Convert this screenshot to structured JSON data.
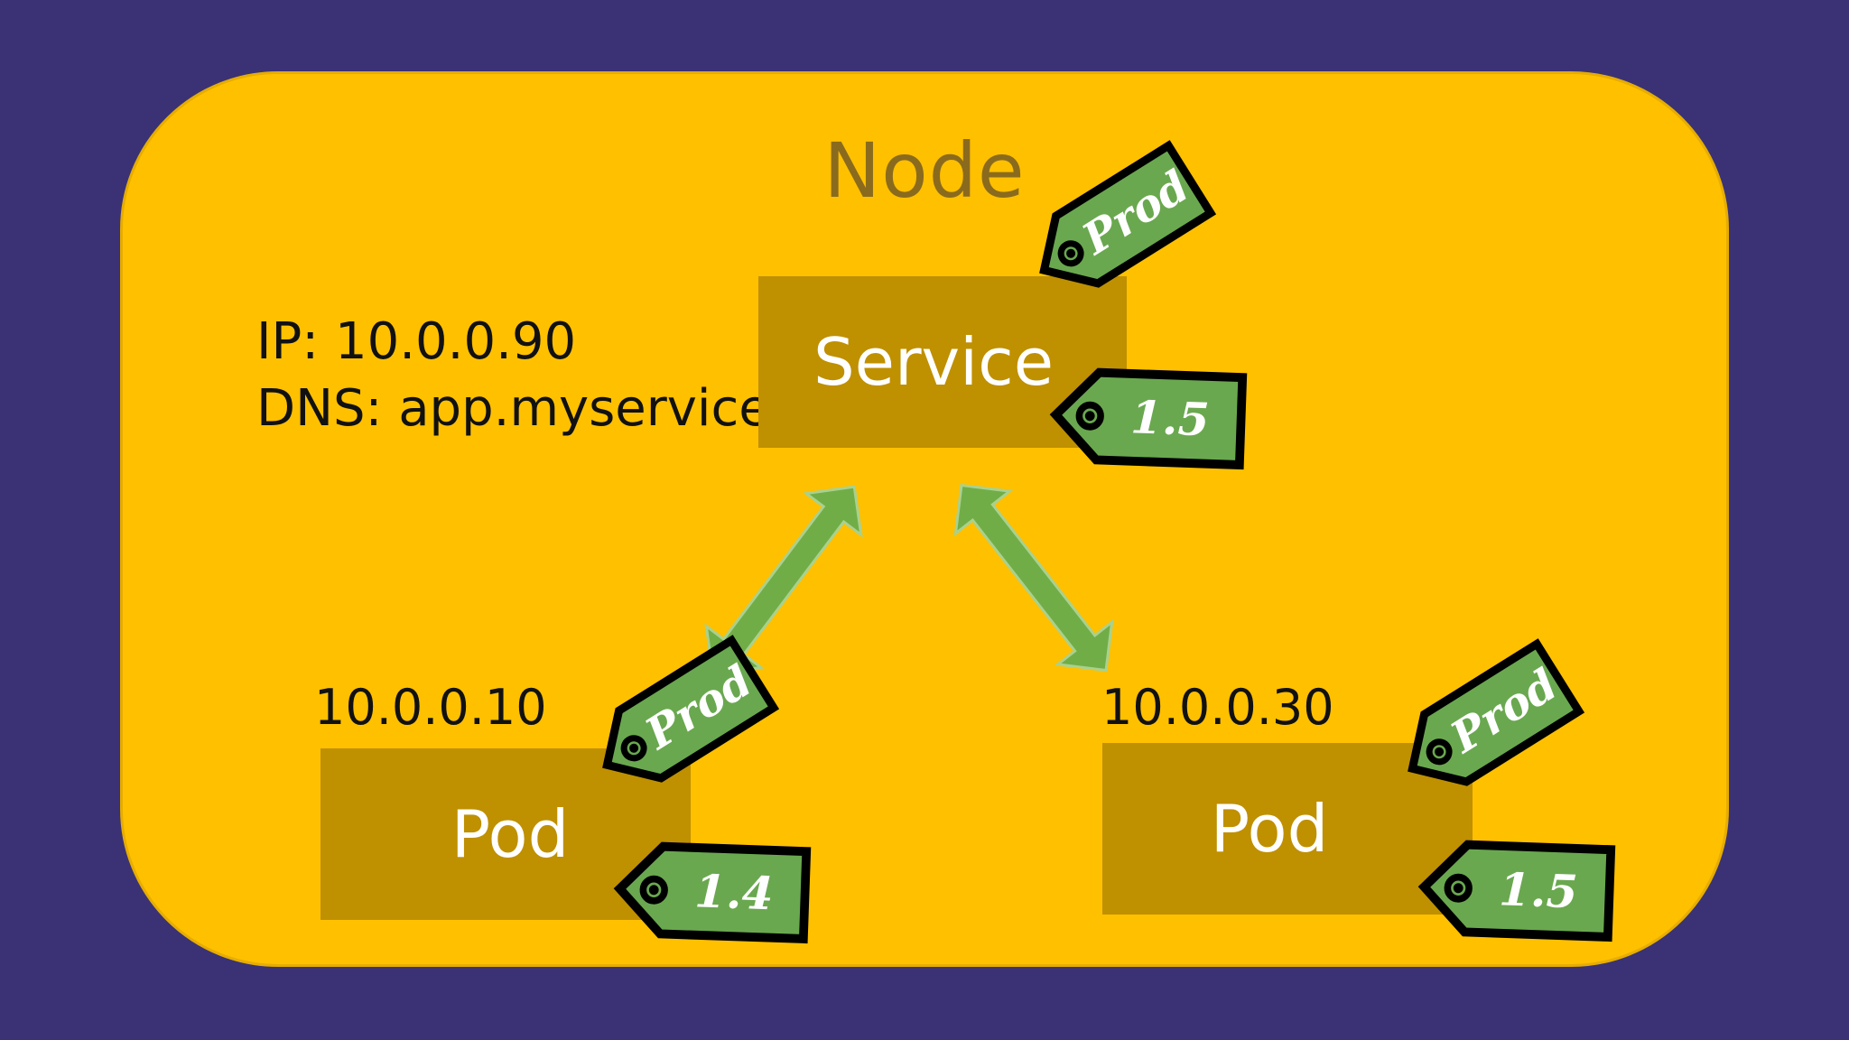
{
  "diagram": {
    "title": "Node",
    "service": {
      "label": "Service",
      "ip": "IP: 10.0.0.90",
      "dns": "DNS: app.myservice",
      "tags": [
        "Prod",
        "1.5"
      ]
    },
    "pods": [
      {
        "label": "Pod",
        "ip": "10.0.0.10",
        "tags": [
          "Prod",
          "1.4"
        ]
      },
      {
        "label": "Pod",
        "ip": "10.0.0.30",
        "tags": [
          "Prod",
          "1.5"
        ]
      }
    ],
    "colors": {
      "background": "#3a3275",
      "node": "#ffc000",
      "box": "#bf9000",
      "tag": "#6aa84f",
      "arrow": "#70ad47"
    }
  }
}
